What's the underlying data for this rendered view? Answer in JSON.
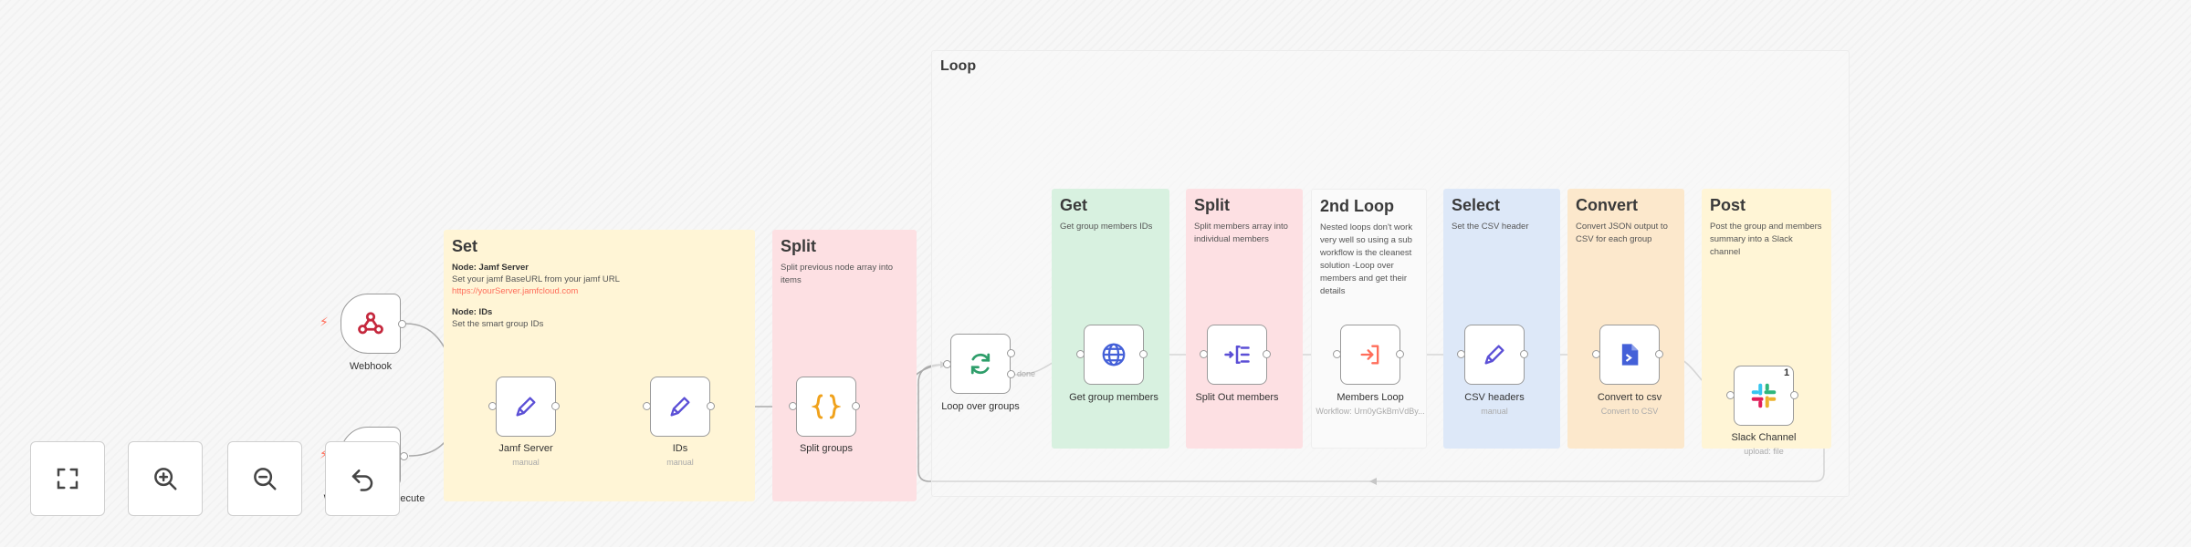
{
  "notes": {
    "loop": {
      "title": "Loop"
    },
    "set": {
      "title": "Set",
      "h1": "Node: Jamf Server",
      "t1": "Set your jamf BaseURL from your jamf URL",
      "link": "https://yourServer.jamfcloud.com",
      "h2": "Node: IDs",
      "t2": "Set the smart group IDs"
    },
    "split": {
      "title": "Split",
      "body": "Split previous node array into items"
    },
    "get": {
      "title": "Get",
      "body": "Get group members IDs"
    },
    "split2": {
      "title": "Split",
      "body": "Split members array into individual members"
    },
    "loop2": {
      "title": "2nd Loop",
      "body": "Nested loops don't work very well so using a sub workflow is the cleanest solution -Loop over members and get their details"
    },
    "select": {
      "title": "Select",
      "body": "Set the CSV header"
    },
    "convert": {
      "title": "Convert",
      "body": "Convert JSON output to CSV for each group"
    },
    "post": {
      "title": "Post",
      "body": "Post the group and members summary into a Slack channel"
    }
  },
  "nodes": {
    "webhook": {
      "label": "Webhook",
      "icon": "webhook-icon"
    },
    "exec": {
      "label": "When clicking Execute",
      "icon": "cursor-icon"
    },
    "jamf": {
      "label": "Jamf Server",
      "sub": "manual",
      "icon": "pencil-icon"
    },
    "ids": {
      "label": "IDs",
      "sub": "manual",
      "icon": "pencil-icon"
    },
    "splitgroups": {
      "label": "Split groups",
      "icon": "braces-icon"
    },
    "loopgroups": {
      "label": "Loop over groups",
      "sub": "done",
      "icon": "sync-icon"
    },
    "getmembers": {
      "label": "Get group members",
      "icon": "globe-icon"
    },
    "splitout": {
      "label": "Split Out members",
      "icon": "split-icon"
    },
    "membersloop": {
      "label": "Members Loop",
      "sub": "Workflow: Urn0yGkBmVdBy...",
      "icon": "sign-in-icon"
    },
    "csvheaders": {
      "label": "CSV headers",
      "sub": "manual",
      "icon": "pencil-icon"
    },
    "convertcsv": {
      "label": "Convert to csv",
      "sub": "Convert to CSV",
      "icon": "file-icon"
    },
    "slack": {
      "label": "Slack Channel",
      "sub": "upload: file",
      "badge": "1",
      "icon": "slack-icon"
    }
  },
  "controls": {
    "fit": "fit-view-icon",
    "zoom_in": "zoom-in-icon",
    "zoom_out": "zoom-out-icon",
    "undo": "undo-icon"
  },
  "colors": {
    "yellow": "#fff5d6",
    "red": "#fde0e3",
    "green": "#d8f1e0",
    "blue": "#dde8f8",
    "orange": "#fce8cc",
    "white": "#fafafa",
    "accent": "#ff6d5a",
    "connector": "#aaaaaa"
  }
}
